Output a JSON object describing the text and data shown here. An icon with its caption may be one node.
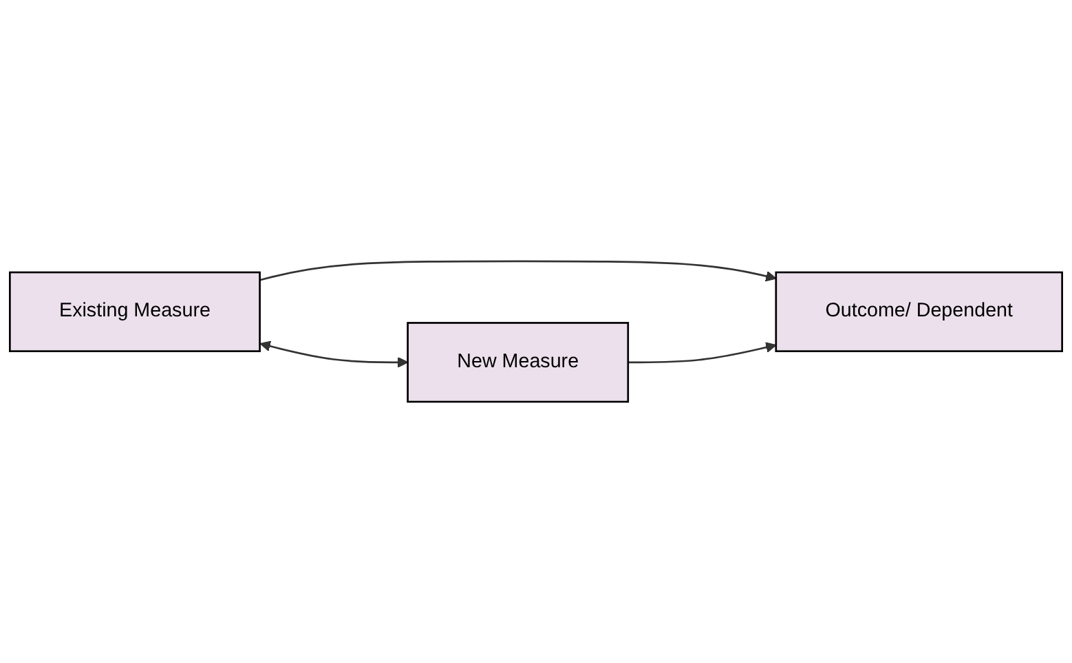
{
  "diagram": {
    "nodes": [
      {
        "text": [
          "Existing Measure"
        ]
      },
      {
        "text": [
          "Outcome/ Dependent"
        ]
      },
      {
        "text": [
          "New Measure"
        ]
      }
    ],
    "edges": [
      {
        "from": 0,
        "to": 1,
        "arrow": "to"
      },
      {
        "from": 2,
        "to": 1,
        "arrow": "to"
      },
      {
        "from": 0,
        "to": 2,
        "arrow": "both"
      }
    ]
  }
}
